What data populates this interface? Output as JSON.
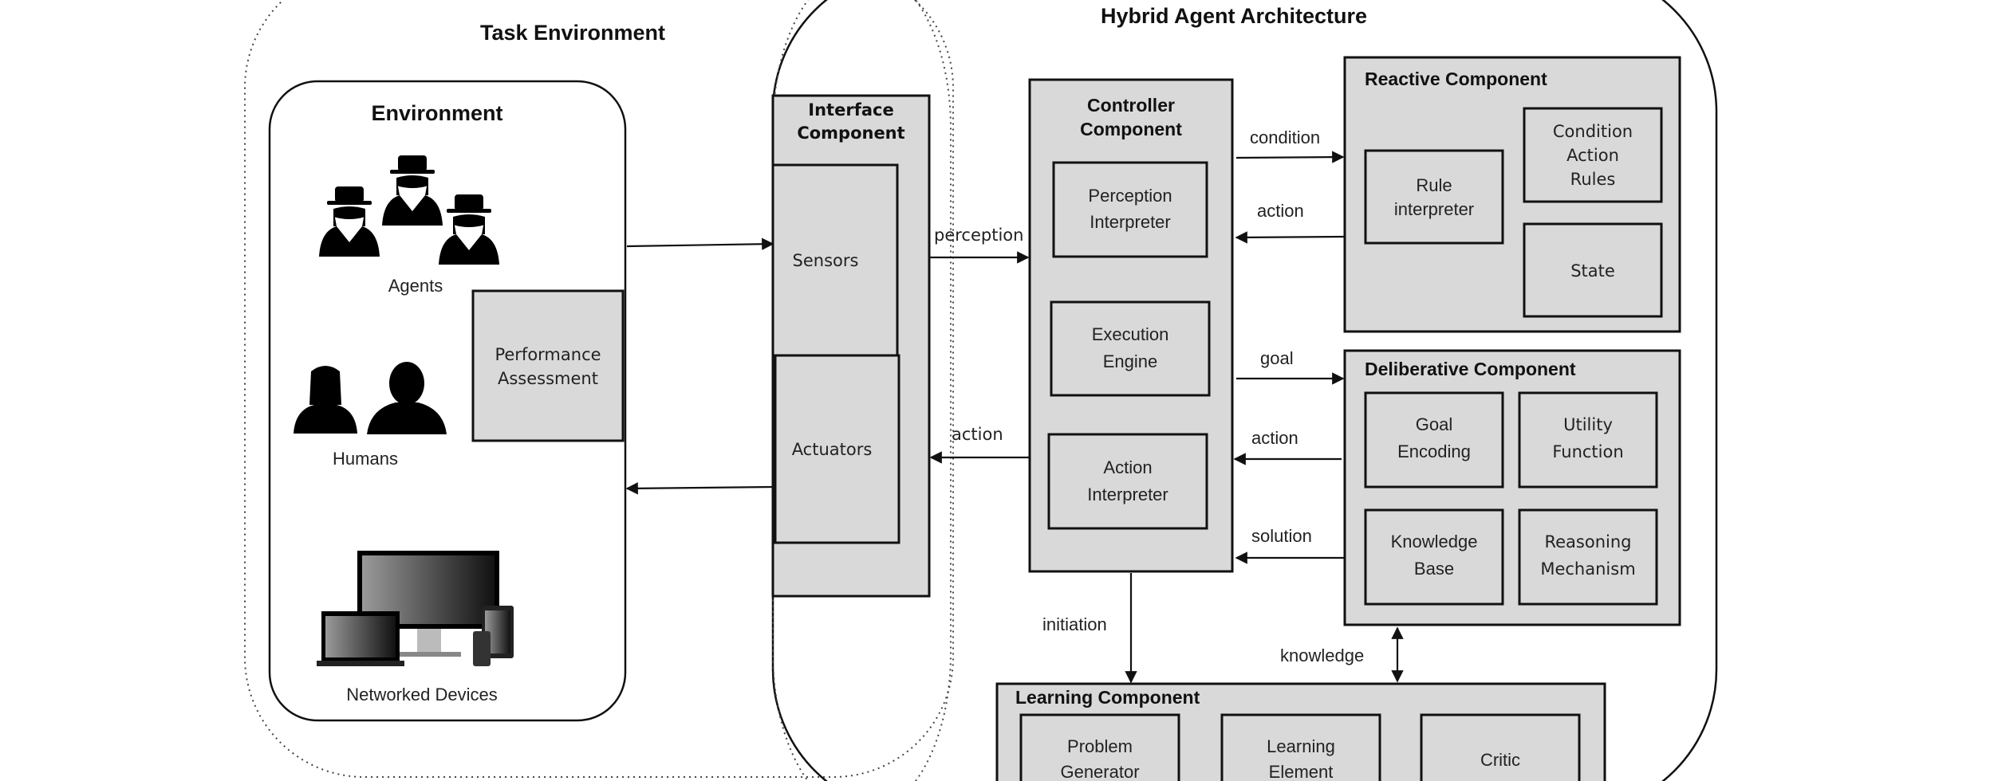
{
  "titles": {
    "task_environment": "Task Environment",
    "hybrid_agent_architecture": "Hybrid Agent Architecture"
  },
  "environment": {
    "title": "Environment",
    "agents_label": "Agents",
    "humans_label": "Humans",
    "devices_label": "Networked Devices",
    "performance_assessment": [
      "Performance",
      "Assessment"
    ],
    "icons": [
      "spy-agents-icon",
      "humans-icon",
      "networked-devices-icon"
    ]
  },
  "interface": {
    "title": [
      "Interface",
      "Component"
    ],
    "sensors": "Sensors",
    "actuators": "Actuators"
  },
  "controller": {
    "title": [
      "Controller",
      "Component"
    ],
    "perception_interpreter": [
      "Perception",
      "Interpreter"
    ],
    "execution_engine": [
      "Execution",
      "Engine"
    ],
    "action_interpreter": [
      "Action",
      "Interpreter"
    ]
  },
  "reactive": {
    "title": "Reactive Component",
    "rule_interpreter": [
      "Rule",
      "interpreter"
    ],
    "condition_action_rules": [
      "Condition",
      "Action",
      "Rules"
    ],
    "state": "State"
  },
  "deliberative": {
    "title": "Deliberative Component",
    "goal_encoding": [
      "Goal",
      "Encoding"
    ],
    "utility_function": [
      "Utility",
      "Function"
    ],
    "knowledge_base": [
      "Knowledge",
      "Base"
    ],
    "reasoning_mechanism": [
      "Reasoning",
      "Mechanism"
    ]
  },
  "learning": {
    "title": "Learning Component",
    "problem_generator": [
      "Problem",
      "Generator"
    ],
    "learning_element": [
      "Learning",
      "Element"
    ],
    "critic": "Critic"
  },
  "edges": {
    "perception": "perception",
    "action_to_actuators": "action",
    "condition": "condition",
    "action_from_reactive": "action",
    "goal": "goal",
    "action_from_deliberative": "action",
    "solution": "solution",
    "initiation": "initiation",
    "knowledge": "knowledge"
  },
  "colors": {
    "component_fill": "#d9d9d9",
    "stroke": "#111111",
    "background": "#ffffff"
  }
}
